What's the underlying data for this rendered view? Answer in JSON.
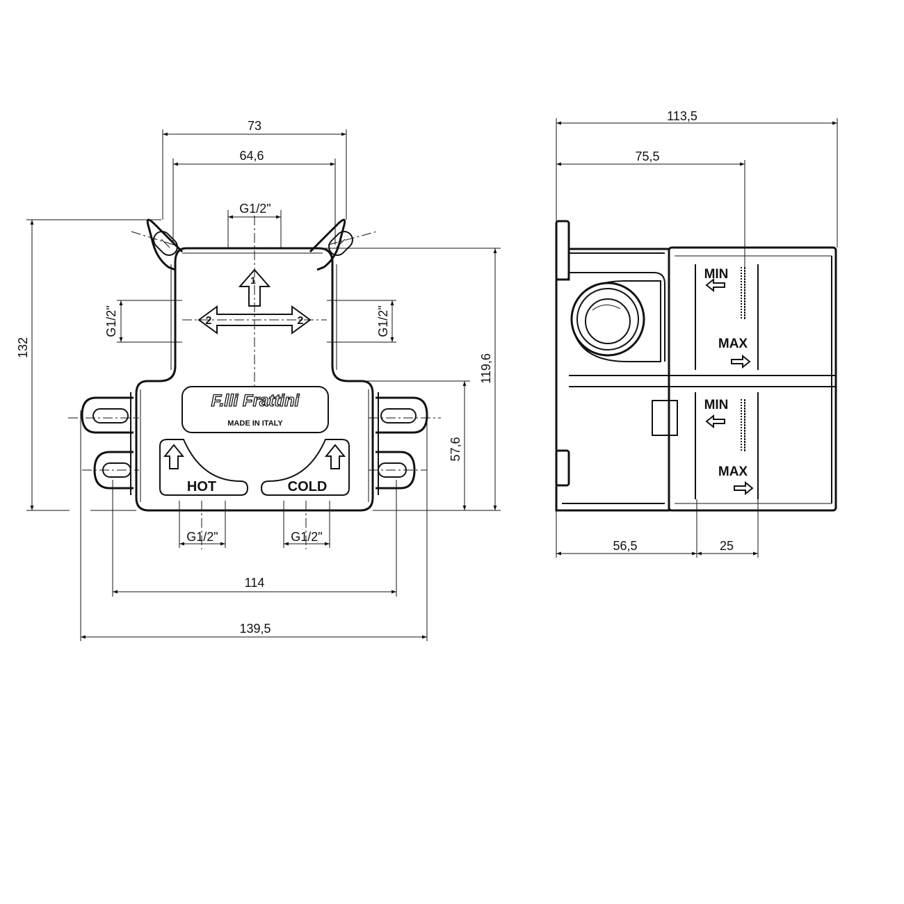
{
  "front_view": {
    "dims": {
      "width_73": "73",
      "width_64_6": "64,6",
      "top_port": "G1/2\"",
      "left_port": "G1/2\"",
      "right_port": "G1/2\"",
      "height_132": "132",
      "height_119_6": "119,6",
      "height_57_6": "57,6",
      "bottom_port_hot": "G1/2\"",
      "bottom_port_cold": "G1/2\"",
      "width_114": "114",
      "width_139_5": "139,5"
    },
    "labels": {
      "brand": "F.lli Frattini",
      "made_in": "MADE IN ITALY",
      "hot": "HOT",
      "cold": "COLD",
      "arrow_up_number": "1",
      "arrow_left_number": "2",
      "arrow_right_number": "2"
    }
  },
  "side_view": {
    "dims": {
      "width_113_5": "113,5",
      "width_75_5": "75,5",
      "width_56_5": "56,5",
      "width_25": "25"
    },
    "labels": {
      "min_top": "MIN",
      "max_top": "MAX",
      "min_bottom": "MIN",
      "max_bottom": "MAX"
    }
  }
}
